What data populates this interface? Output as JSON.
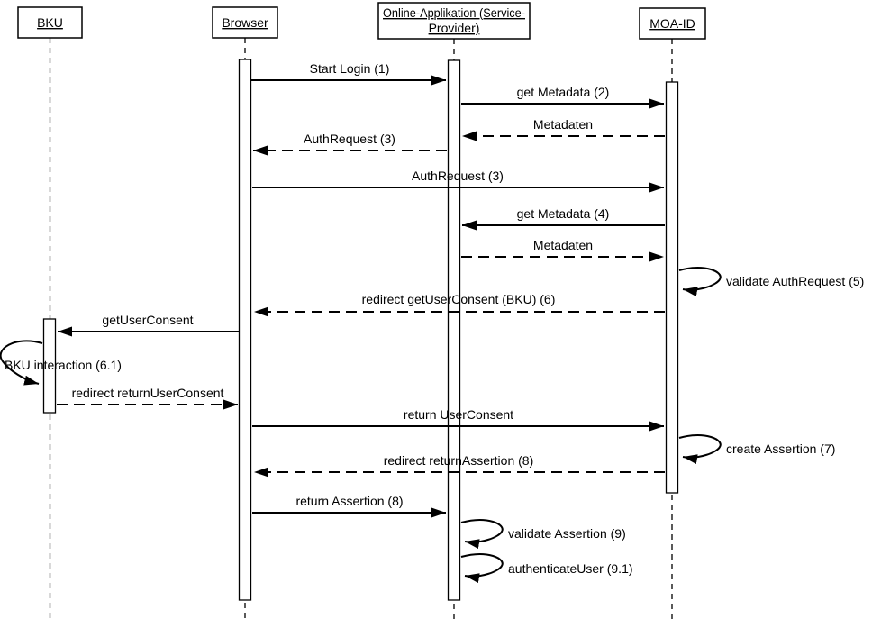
{
  "diagram_type": "uml-sequence",
  "colors": {
    "line": "#000000",
    "background": "#ffffff",
    "activation_fill": "#ffffff",
    "text": "#000000"
  },
  "actors": [
    {
      "id": "bku",
      "label": "BKU"
    },
    {
      "id": "browser",
      "label": "Browser"
    },
    {
      "id": "online-applikation",
      "label_line1": "Online-Applikation (Service-",
      "label_line2": "Provider)"
    },
    {
      "id": "moa-id",
      "label": "MOA-ID"
    }
  ],
  "messages": [
    {
      "label": "Start Login (1)",
      "from": "Browser",
      "to": "Online-Applikation (Service-Provider)",
      "style": "solid"
    },
    {
      "label": "get Metadata (2)",
      "from": "Online-Applikation (Service-Provider)",
      "to": "MOA-ID",
      "style": "solid"
    },
    {
      "label": "Metadaten",
      "from": "MOA-ID",
      "to": "Online-Applikation (Service-Provider)",
      "style": "dashed"
    },
    {
      "label": "AuthRequest (3)",
      "from": "Online-Applikation (Service-Provider)",
      "to": "Browser",
      "style": "dashed"
    },
    {
      "label": "AuthRequest (3)",
      "from": "Browser",
      "to": "MOA-ID",
      "style": "solid"
    },
    {
      "label": "get Metadata (4)",
      "from": "MOA-ID",
      "to": "Online-Applikation (Service-Provider)",
      "style": "solid"
    },
    {
      "label": "Metadaten",
      "from": "Online-Applikation (Service-Provider)",
      "to": "MOA-ID",
      "style": "dashed"
    },
    {
      "label": "validate AuthRequest (5)",
      "from": "MOA-ID",
      "to": "MOA-ID",
      "style": "self"
    },
    {
      "label": "redirect getUserConsent (BKU) (6)",
      "from": "MOA-ID",
      "to": "Browser",
      "style": "dashed"
    },
    {
      "label": "getUserConsent",
      "from": "Browser",
      "to": "BKU",
      "style": "solid"
    },
    {
      "label": "BKU interaction (6.1)",
      "from": "BKU",
      "to": "BKU",
      "style": "self"
    },
    {
      "label": "redirect returnUserConsent",
      "from": "BKU",
      "to": "Browser",
      "style": "dashed"
    },
    {
      "label": "return UserConsent",
      "from": "Browser",
      "to": "MOA-ID",
      "style": "solid"
    },
    {
      "label": "create Assertion (7)",
      "from": "MOA-ID",
      "to": "MOA-ID",
      "style": "self"
    },
    {
      "label": "redirect returnAssertion (8)",
      "from": "MOA-ID",
      "to": "Browser",
      "style": "dashed"
    },
    {
      "label": "return Assertion (8)",
      "from": "Browser",
      "to": "Online-Applikation (Service-Provider)",
      "style": "solid"
    },
    {
      "label": "validate Assertion (9)",
      "from": "Online-Applikation (Service-Provider)",
      "to": "Online-Applikation (Service-Provider)",
      "style": "self"
    },
    {
      "label": "authenticateUser (9.1)",
      "from": "Online-Applikation (Service-Provider)",
      "to": "Online-Applikation (Service-Provider)",
      "style": "self"
    }
  ]
}
